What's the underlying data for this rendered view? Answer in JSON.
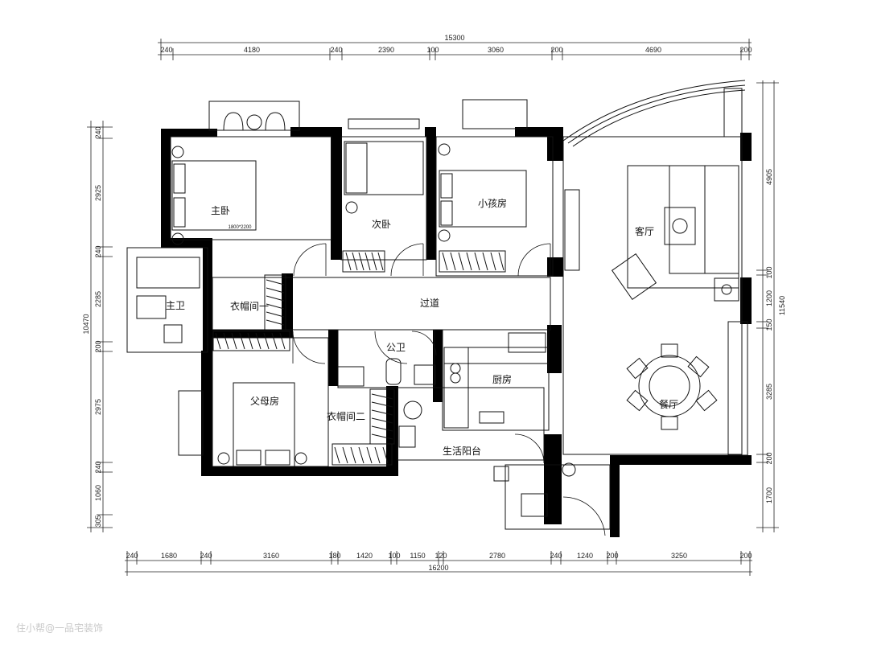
{
  "dims": {
    "top_total": "15300",
    "top": [
      "240",
      "4180",
      "240",
      "2390",
      "100",
      "3060",
      "200",
      "4690",
      "200"
    ],
    "bottom_total": "16200",
    "bottom": [
      "240",
      "1680",
      "240",
      "3160",
      "180",
      "1420",
      "100",
      "1150",
      "120",
      "2780",
      "240",
      "1240",
      "200",
      "3250",
      "200"
    ],
    "left_total": "10470",
    "left": [
      "240",
      "2925",
      "240",
      "2285",
      "200",
      "2975",
      "240",
      "1060",
      "305"
    ],
    "right_total": "11540",
    "right": [
      "4905",
      "100",
      "1200",
      "150",
      "3285",
      "200",
      "1700"
    ]
  },
  "rooms": {
    "master_bedroom": "主卧",
    "bed_size": "1800*2200",
    "second_bedroom": "次卧",
    "kids_room": "小孩房",
    "living_room": "客厅",
    "master_bath": "主卫",
    "cloakroom_one": "衣帽间一",
    "corridor": "过道",
    "public_bath": "公卫",
    "kitchen": "厨房",
    "parents_room": "父母房",
    "cloakroom_two": "衣帽间二",
    "dining_room": "餐厅",
    "utility_balcony": "生活阳台"
  },
  "watermark": "住小帮@一品宅装饰"
}
